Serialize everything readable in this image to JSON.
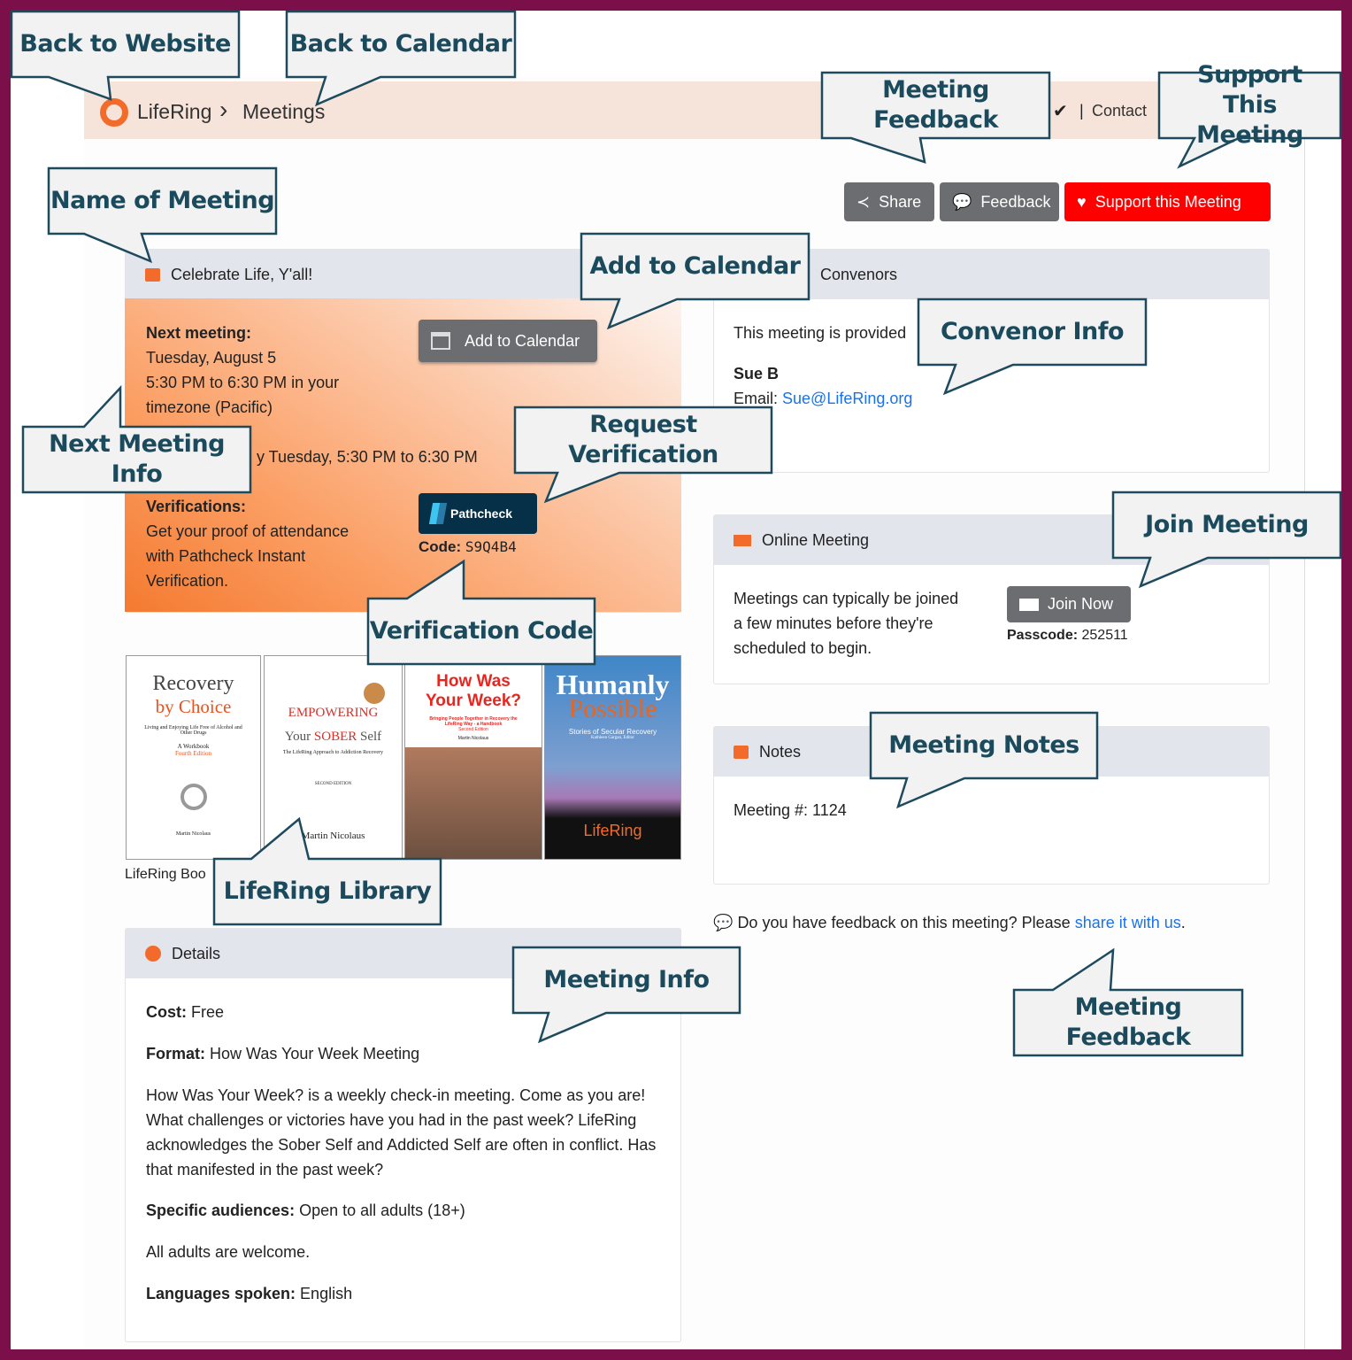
{
  "breadcrumb": {
    "home": "LifeRing",
    "separator": "›",
    "current": "Meetings",
    "check": "✔",
    "divider": "|",
    "contact": "Contact"
  },
  "actions": {
    "share": "Share",
    "feedback": "Feedback",
    "support": "Support this Meeting"
  },
  "meeting": {
    "title": "Celebrate Life, Y'all!",
    "next_label": "Next meeting:",
    "next_lines": [
      "Tuesday, August 5",
      "5:30 PM to 6:30 PM in your",
      "timezone (Pacific)"
    ],
    "recurring": "y Tuesday, 5:30 PM to 6:30 PM",
    "add_calendar": "Add to Calendar",
    "verifications_label": "Verifications:",
    "verifications_lines": [
      "Get your proof of attendance",
      "with Pathcheck Instant",
      "Verification."
    ],
    "pathcheck": "Pathcheck",
    "code_label": "Code:",
    "code": "S9Q4B4"
  },
  "books": {
    "caption": "LifeRing Boo",
    "b1": {
      "l1": "Recovery",
      "l2": "by Choice",
      "sub": "Living and Enjoying Life Free of Alcohol and Other Drugs",
      "w": "A Workbook",
      "ed": "Fourth Edition",
      "author": "Martin Nicolaus"
    },
    "b2": {
      "l1": "EMPOWERING",
      "l2a": "Your ",
      "l2b": "SOBER",
      "l2c": " Self",
      "sub": "The LifeRing Approach to Addiction Recovery",
      "ed": "SECOND EDITION",
      "author": "Martin Nicolaus"
    },
    "b3": {
      "l1": "How Was",
      "l2": "Your Week?",
      "sub": "Bringing People Together in Recovery the LifeRing Way - a Handbook",
      "ed": "Second Edition",
      "author": "Martin Nicolaus"
    },
    "b4": {
      "l1": "Humanly",
      "l2": "Possible",
      "sub": "Stories of Secular Recovery",
      "ed": "Kathleen Gargan, Editor",
      "logo": "LifeRing"
    }
  },
  "details": {
    "header": "Details",
    "cost_label": "Cost:",
    "cost": "Free",
    "format_label": "Format:",
    "format": "How Was Your Week Meeting",
    "description": "How Was Your Week? is a weekly check-in meeting. Come as you are! What challenges or victories have you had in the past week? LifeRing acknowledges the Sober Self and Addicted Self are often in conflict. Has that manifested in the past week?",
    "aud_label": "Specific audiences:",
    "aud": "Open to all adults (18+)",
    "welcome": "All adults are welcome.",
    "lang_label": "Languages spoken:",
    "lang": "English"
  },
  "convenors": {
    "header": "Convenors",
    "provided": "This meeting is provided",
    "name": "Sue B",
    "email_label": "Email:",
    "email": "Sue@LifeRing.org"
  },
  "online": {
    "header": "Online Meeting",
    "text_lines": [
      "Meetings can typically be joined",
      "a few minutes before they're",
      "scheduled to begin."
    ],
    "join": "Join Now",
    "pass_label": "Passcode:",
    "passcode": "252511"
  },
  "notes": {
    "header": "Notes",
    "text": "Meeting #: 1124"
  },
  "feedback_line": {
    "text": "Do you have feedback on this meeting? Please ",
    "link": "share it with us",
    "end": "."
  },
  "callouts": {
    "back_website": "Back to Website",
    "back_calendar": "Back to Calendar",
    "meeting_feedback_top": "Meeting Feedback",
    "support": "Support This Meeting",
    "name": "Name of Meeting",
    "add_calendar": "Add to Calendar",
    "convenor": "Convenor Info",
    "next_info": "Next Meeting Info",
    "request_verification": "Request Verification",
    "join": "Join Meeting",
    "verification_code": "Verification Code",
    "notes": "Meeting Notes",
    "library": "LifeRing Library",
    "meeting_info": "Meeting Info",
    "meeting_feedback_bottom": "Meeting Feedback"
  },
  "colors": {
    "frame": "#7a0f4a",
    "callout_text": "#1a4a5c",
    "support_button": "#ff0000",
    "accent_orange": "#f26b2a",
    "link": "#1a73e8"
  }
}
